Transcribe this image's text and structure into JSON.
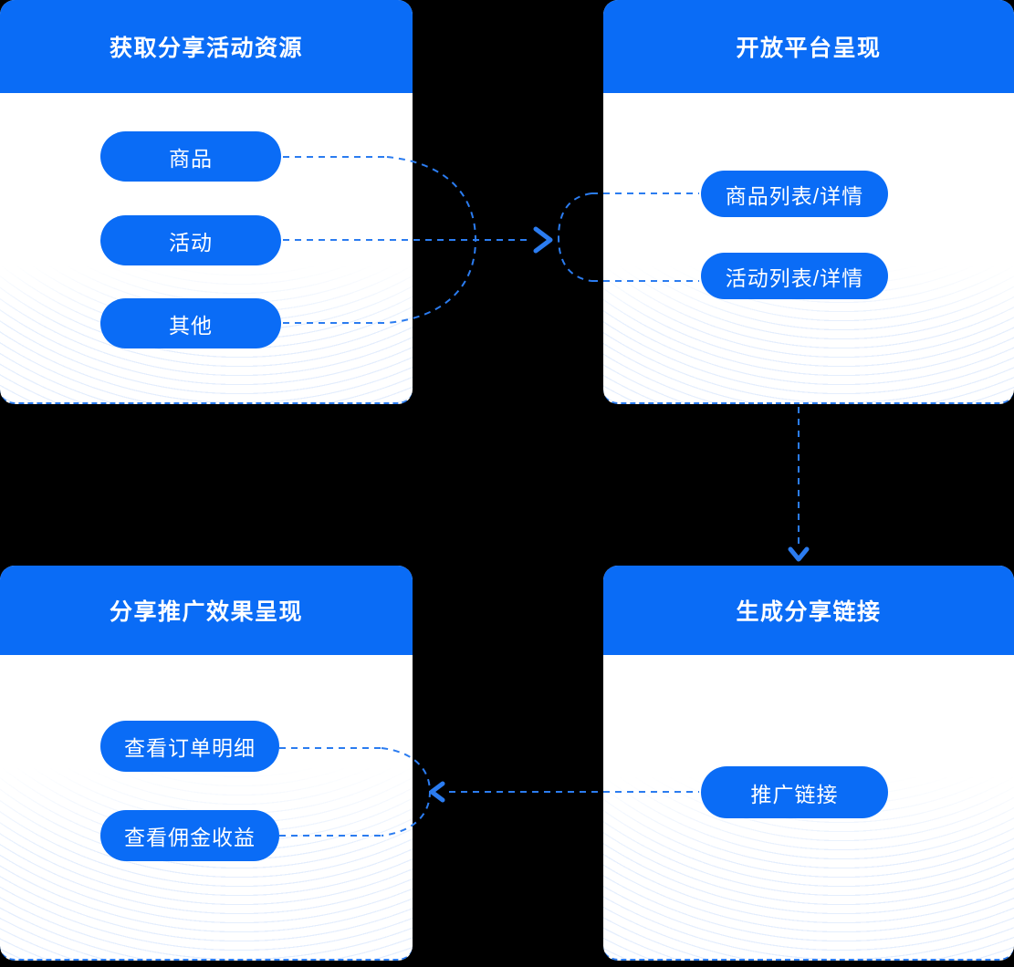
{
  "theme": {
    "primary": "#0a6cf6",
    "arrow": "#2b7cf0",
    "card_background": "#ffffff",
    "page_background": "#000000",
    "wave_line": "rgba(47,124,240,0.13)"
  },
  "cards": {
    "acquire": {
      "title": "获取分享活动资源",
      "pills": [
        "商品",
        "活动",
        "其他"
      ]
    },
    "platform": {
      "title": "开放平台呈现",
      "pills": [
        "商品列表/详情",
        "活动列表/详情"
      ]
    },
    "link": {
      "title": "生成分享链接",
      "pills": [
        "推广链接"
      ]
    },
    "effect": {
      "title": "分享推广效果呈现",
      "pills": [
        "查看订单明细",
        "查看佣金收益"
      ]
    }
  },
  "flow": [
    {
      "from": "获取分享活动资源",
      "to": "开放平台呈现"
    },
    {
      "from": "开放平台呈现",
      "to": "生成分享链接"
    },
    {
      "from": "生成分享链接",
      "to": "分享推广效果呈现"
    }
  ]
}
